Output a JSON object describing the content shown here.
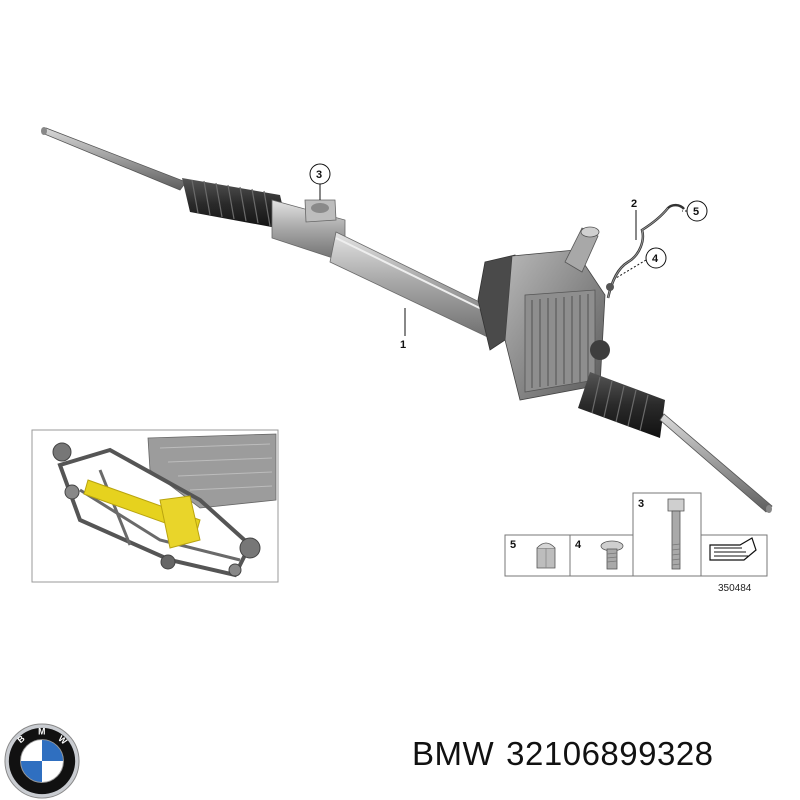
{
  "diagram": {
    "callouts": {
      "c1": "1",
      "c2": "2",
      "c3": "3",
      "c4": "4",
      "c5": "5"
    },
    "legend": {
      "cell5": "5",
      "cell4": "4",
      "cell3": "3"
    },
    "reference_number": "350484"
  },
  "footer": {
    "brand": "BMW",
    "part_number": "32106899328"
  },
  "logo": {
    "text": "BMW",
    "colors": {
      "ring": "#111111",
      "blue": "#2f6fc0",
      "white": "#ffffff",
      "chrome": "#c9ccd1"
    }
  }
}
